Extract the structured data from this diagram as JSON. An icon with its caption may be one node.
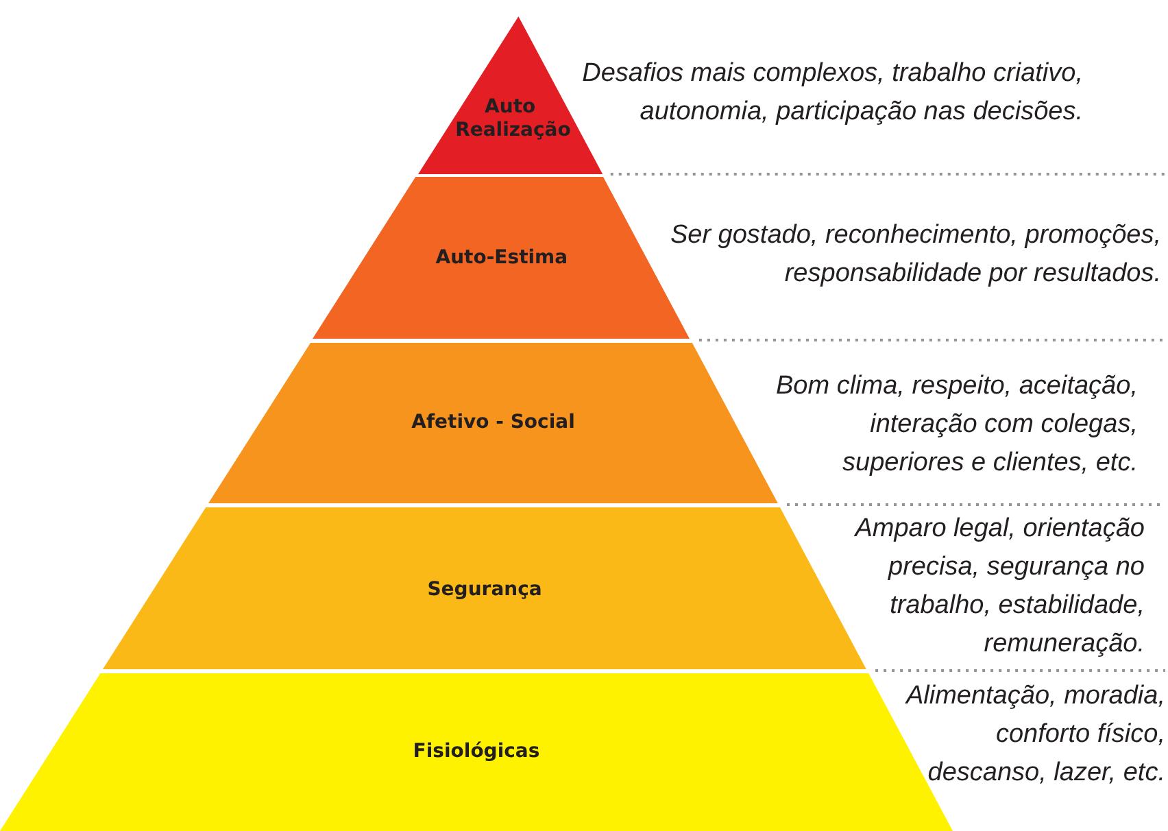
{
  "diagram": {
    "nodes": [
      {
        "text": [
          "Auto Realização"
        ],
        "beside": [
          "Desafios mais complexos, trabalho criativo, autonomia, participação nas decisões."
        ]
      },
      {
        "text": [
          "Auto-Estima"
        ],
        "beside": [
          "Ser gostado, reconhecimento, promoções, responsabilidade por resultados."
        ]
      },
      {
        "text": [
          "Afetivo - Social"
        ],
        "beside": [
          "Bom clima, respeito, aceitação, interação com colegas, superiores e clientes, etc."
        ]
      },
      {
        "text": [
          "Segurança"
        ],
        "beside": [
          "Amparo legal, orientação precisa, segurança no trabalho, estabilidade, remuneração."
        ]
      },
      {
        "text": [
          "Fisiológicas"
        ],
        "beside": [
          "Alimentação, moradia, conforto físico, descanso, lazer, etc."
        ]
      }
    ]
  }
}
